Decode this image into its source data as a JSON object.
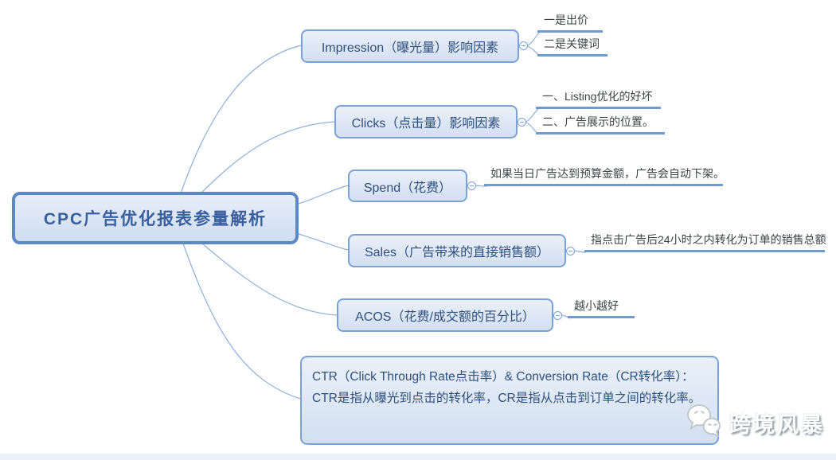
{
  "palette": {
    "node_border": "#7ba1d6",
    "root_border": "#5c88c6",
    "node_fill_top": "#e9f0f9",
    "node_fill_bottom": "#d3e0f1",
    "node_text": "#2f4f7d",
    "root_text": "#3a5f9e",
    "leaf_text": "#3f4244",
    "leaf_underline": "#6f9ad2",
    "connector_line": "#8fafdd",
    "bottom_band": "#eaf1fa"
  },
  "mindmap": {
    "root": {
      "label": "CPC广告优化报表参量解析"
    },
    "branches": [
      {
        "label": "Impression（曝光量）影响因素",
        "children": [
          "一是出价",
          "二是关键词"
        ]
      },
      {
        "label": "Clicks（点击量）影响因素",
        "children": [
          "一、Listing优化的好坏",
          "二、广告展示的位置。"
        ]
      },
      {
        "label": "Spend（花费）",
        "children": [
          "如果当日广告达到预算金额，广告会自动下架。"
        ]
      },
      {
        "label": "Sales（广告带来的直接销售额）",
        "children": [
          "指点击广告后24小时之内转化为订单的销售总额"
        ]
      },
      {
        "label": "ACOS（花费/成交额的百分比）",
        "children": [
          "越小越好"
        ]
      },
      {
        "label": "CTR（Click Through Rate点击率）& Conversion Rate（CR转化率）：CTR是指从曝光到点击的转化率，CR是指从点击到订单之间的转化率。",
        "children": []
      }
    ]
  },
  "watermark": {
    "text": "跨境风暴",
    "icon": "wechat-icon"
  }
}
